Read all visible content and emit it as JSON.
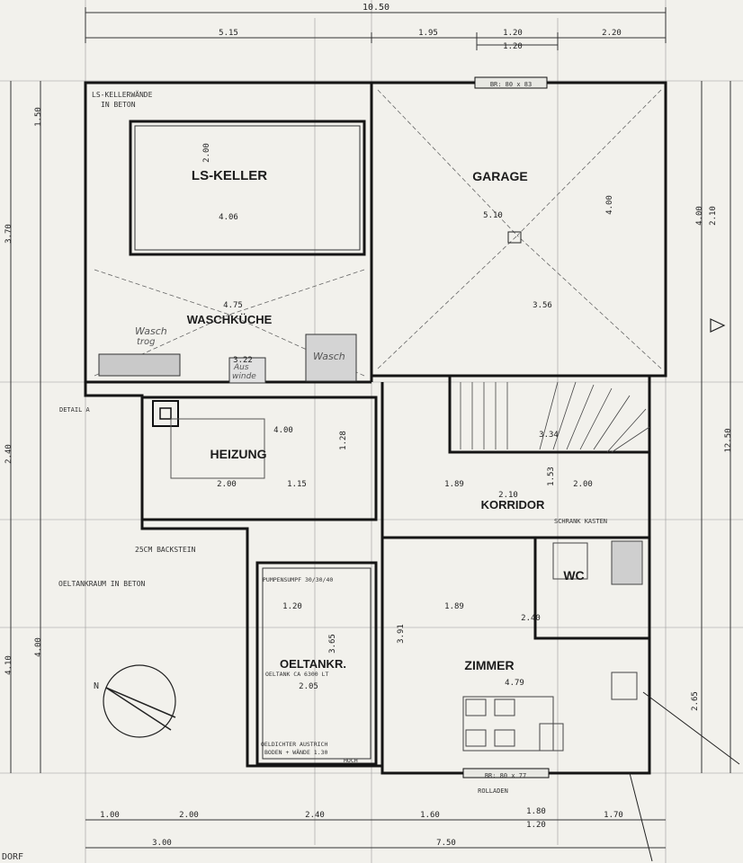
{
  "rooms": {
    "ls_keller": "LS-KELLER",
    "garage": "GARAGE",
    "waschkueche": "WASCHKÜCHE",
    "heizung": "HEIZUNG",
    "korridor": "KORRIDOR",
    "wc": "WC",
    "oeltankr": "OELTANKR.",
    "zimmer": "ZIMMER"
  },
  "notes": {
    "ls_kellerwaende_1": "LS-KELLERWÄNDE",
    "ls_kellerwaende_2": "IN BETON",
    "oeltankraum": "OELTANKRAUM IN BETON",
    "backstein": "25CM BACKSTEIN",
    "pumpensumpf": "PUMPENSUMPF 30/30/40",
    "oeltank": "OELTANK CA 6300 LT",
    "anstrich_1": "OELDICHTER AUSTRICH",
    "anstrich_2": "BODEN + WÄNDE 1.30",
    "anstrich_3": "HOCH",
    "window_garage": "BR: 80 x 83",
    "window_zimmer": "BR: 80 x 77",
    "rolladen": "ROLLADEN",
    "schrank": "SCHRANK KASTEN",
    "detail": "DETAIL A",
    "dorf": "DORF",
    "north": "N"
  },
  "handwritten": {
    "waschtrog_1": "Wasch",
    "waschtrog_2": "trog",
    "auswinde_1": "Aus",
    "auswinde_2": "winde",
    "wasch": "Wasch"
  },
  "dims": {
    "top_total": "10.50",
    "top_515": "5.15",
    "top_195": "1.95",
    "top_120a": "1.20",
    "top_120b": "1.20",
    "top_220": "2.20",
    "bottom_100": "1.00",
    "bottom_200": "2.00",
    "bottom_240": "2.40",
    "bottom_160": "1.60",
    "bottom_180": "1.80",
    "bottom_120": "1.20",
    "bottom_170": "1.70",
    "bottom_300": "3.00",
    "bottom_750": "7.50",
    "left_150": "1.50",
    "left_370": "3.70",
    "left_240": "2.40",
    "left_410": "4.10",
    "left_400": "4.00",
    "right_250": "12.50",
    "right_400": "4.00",
    "right_210": "2.10",
    "keller_200": "2.00",
    "keller_406": "4.06",
    "garage_510": "5.10",
    "garage_400": "4.00",
    "wasch_475": "4.75",
    "wasch_322": "3.22",
    "wasch_356": "3.56",
    "heiz_400": "4.00",
    "heiz_200": "2.00",
    "heiz_115": "1.15",
    "heiz_128": "1.28",
    "korr_189": "1.89",
    "korr_210": "2.10",
    "korr_334": "3.34",
    "korr_153": "1.53",
    "korr_200": "2.00",
    "oel_120": "1.20",
    "oel_365": "3.65",
    "oel_205": "2.05",
    "zim_189": "1.89",
    "zim_479": "4.79",
    "zim_391": "3.91",
    "zim_240": "2.40",
    "zim_265": "2.65"
  }
}
